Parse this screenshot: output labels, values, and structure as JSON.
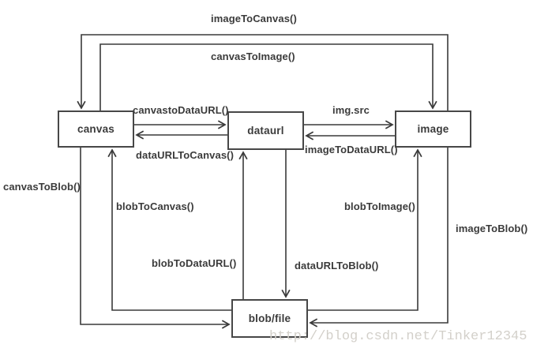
{
  "diagram": {
    "title_hint": "conversion relationships between canvas, dataurl, image and blob/file",
    "colors": {
      "background": "#ffffff",
      "line": "#3a3a3a",
      "box_border": "#474747",
      "text": "#3b3b3b",
      "watermark": "#d3d0ca"
    },
    "nodes": [
      {
        "id": "canvas",
        "label": "canvas"
      },
      {
        "id": "dataurl",
        "label": "dataurl"
      },
      {
        "id": "image",
        "label": "image"
      },
      {
        "id": "blobfile",
        "label": "blob/file"
      }
    ],
    "edges": [
      {
        "id": "imageToCanvas",
        "label": "imageToCanvas()",
        "from": "image",
        "to": "canvas"
      },
      {
        "id": "canvasToImage",
        "label": "canvasToImage()",
        "from": "canvas",
        "to": "image"
      },
      {
        "id": "canvastoDataURL",
        "label": "canvastoDataURL()",
        "from": "canvas",
        "to": "dataurl"
      },
      {
        "id": "dataURLToCanvas",
        "label": "dataURLToCanvas()",
        "from": "dataurl",
        "to": "canvas"
      },
      {
        "id": "imgsrc",
        "label": "img.src",
        "from": "dataurl",
        "to": "image"
      },
      {
        "id": "imageToDataURL",
        "label": "imageToDataURL()",
        "from": "image",
        "to": "dataurl"
      },
      {
        "id": "canvasToBlob",
        "label": "canvasToBlob()",
        "from": "canvas",
        "to": "blobfile"
      },
      {
        "id": "blobToCanvas",
        "label": "blobToCanvas()",
        "from": "blobfile",
        "to": "canvas"
      },
      {
        "id": "blobToImage",
        "label": "blobToImage()",
        "from": "blobfile",
        "to": "image"
      },
      {
        "id": "imageToBlob",
        "label": "imageToBlob()",
        "from": "image",
        "to": "blobfile"
      },
      {
        "id": "blobToDataURL",
        "label": "blobToDataURL()",
        "from": "blobfile",
        "to": "dataurl"
      },
      {
        "id": "dataURLToBlob",
        "label": "dataURLToBlob()",
        "from": "dataurl",
        "to": "blobfile"
      }
    ],
    "watermark": "http://blog.csdn.net/Tinker12345"
  }
}
